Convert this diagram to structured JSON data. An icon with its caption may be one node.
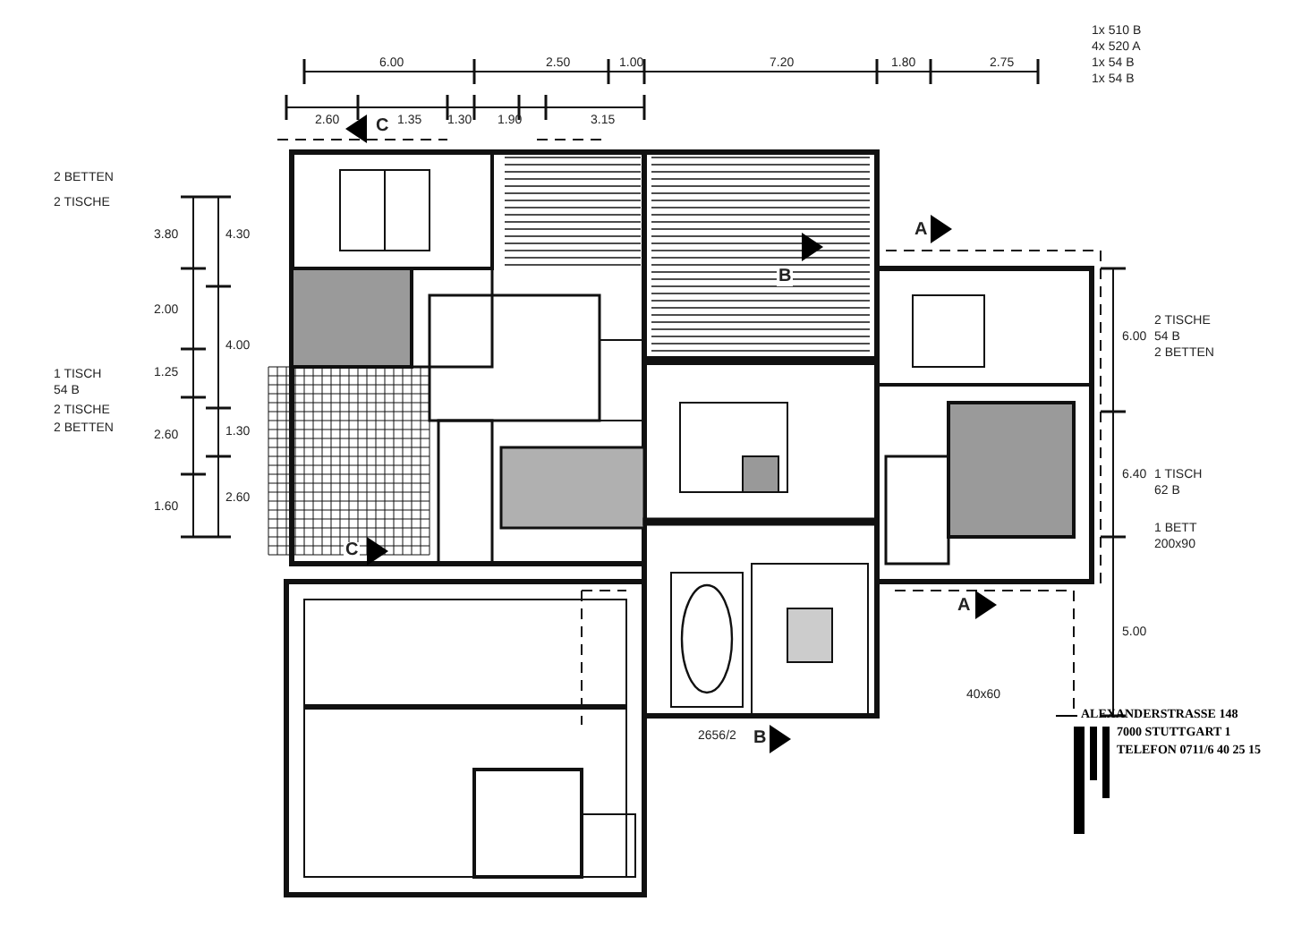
{
  "diagram": {
    "labels": [
      "6.00",
      "2.50",
      "1.00",
      "7.20",
      "1.80",
      "2.75",
      "2.60",
      "1.35",
      "1.30",
      "1.90",
      "3.15",
      "3.80",
      "2.00",
      "1.25",
      "2.60",
      "1.60",
      "4.30",
      "4.00",
      "1.30",
      "2.60",
      "6.00",
      "6.40",
      "5.00",
      "C",
      "B",
      "A",
      "C",
      "B",
      "A",
      "2 BETTEN",
      "2 TISCHE",
      "1 TISCH",
      "54 B",
      "2 TISCHE",
      "2 BETTEN",
      "1x 510 B",
      "4x 520 A",
      "1x 54 B",
      "1x 54 B",
      "2 TISCHE",
      "54 B",
      "2 BETTEN",
      "1 TISCH",
      "62 B",
      "1 BETT",
      "200x90",
      "2656/2",
      "40x60",
      "ALEXANDERSTRASSE 148",
      "7000 STUTTGART 1",
      "TELEFON 0711/6 40 25 15"
    ]
  }
}
